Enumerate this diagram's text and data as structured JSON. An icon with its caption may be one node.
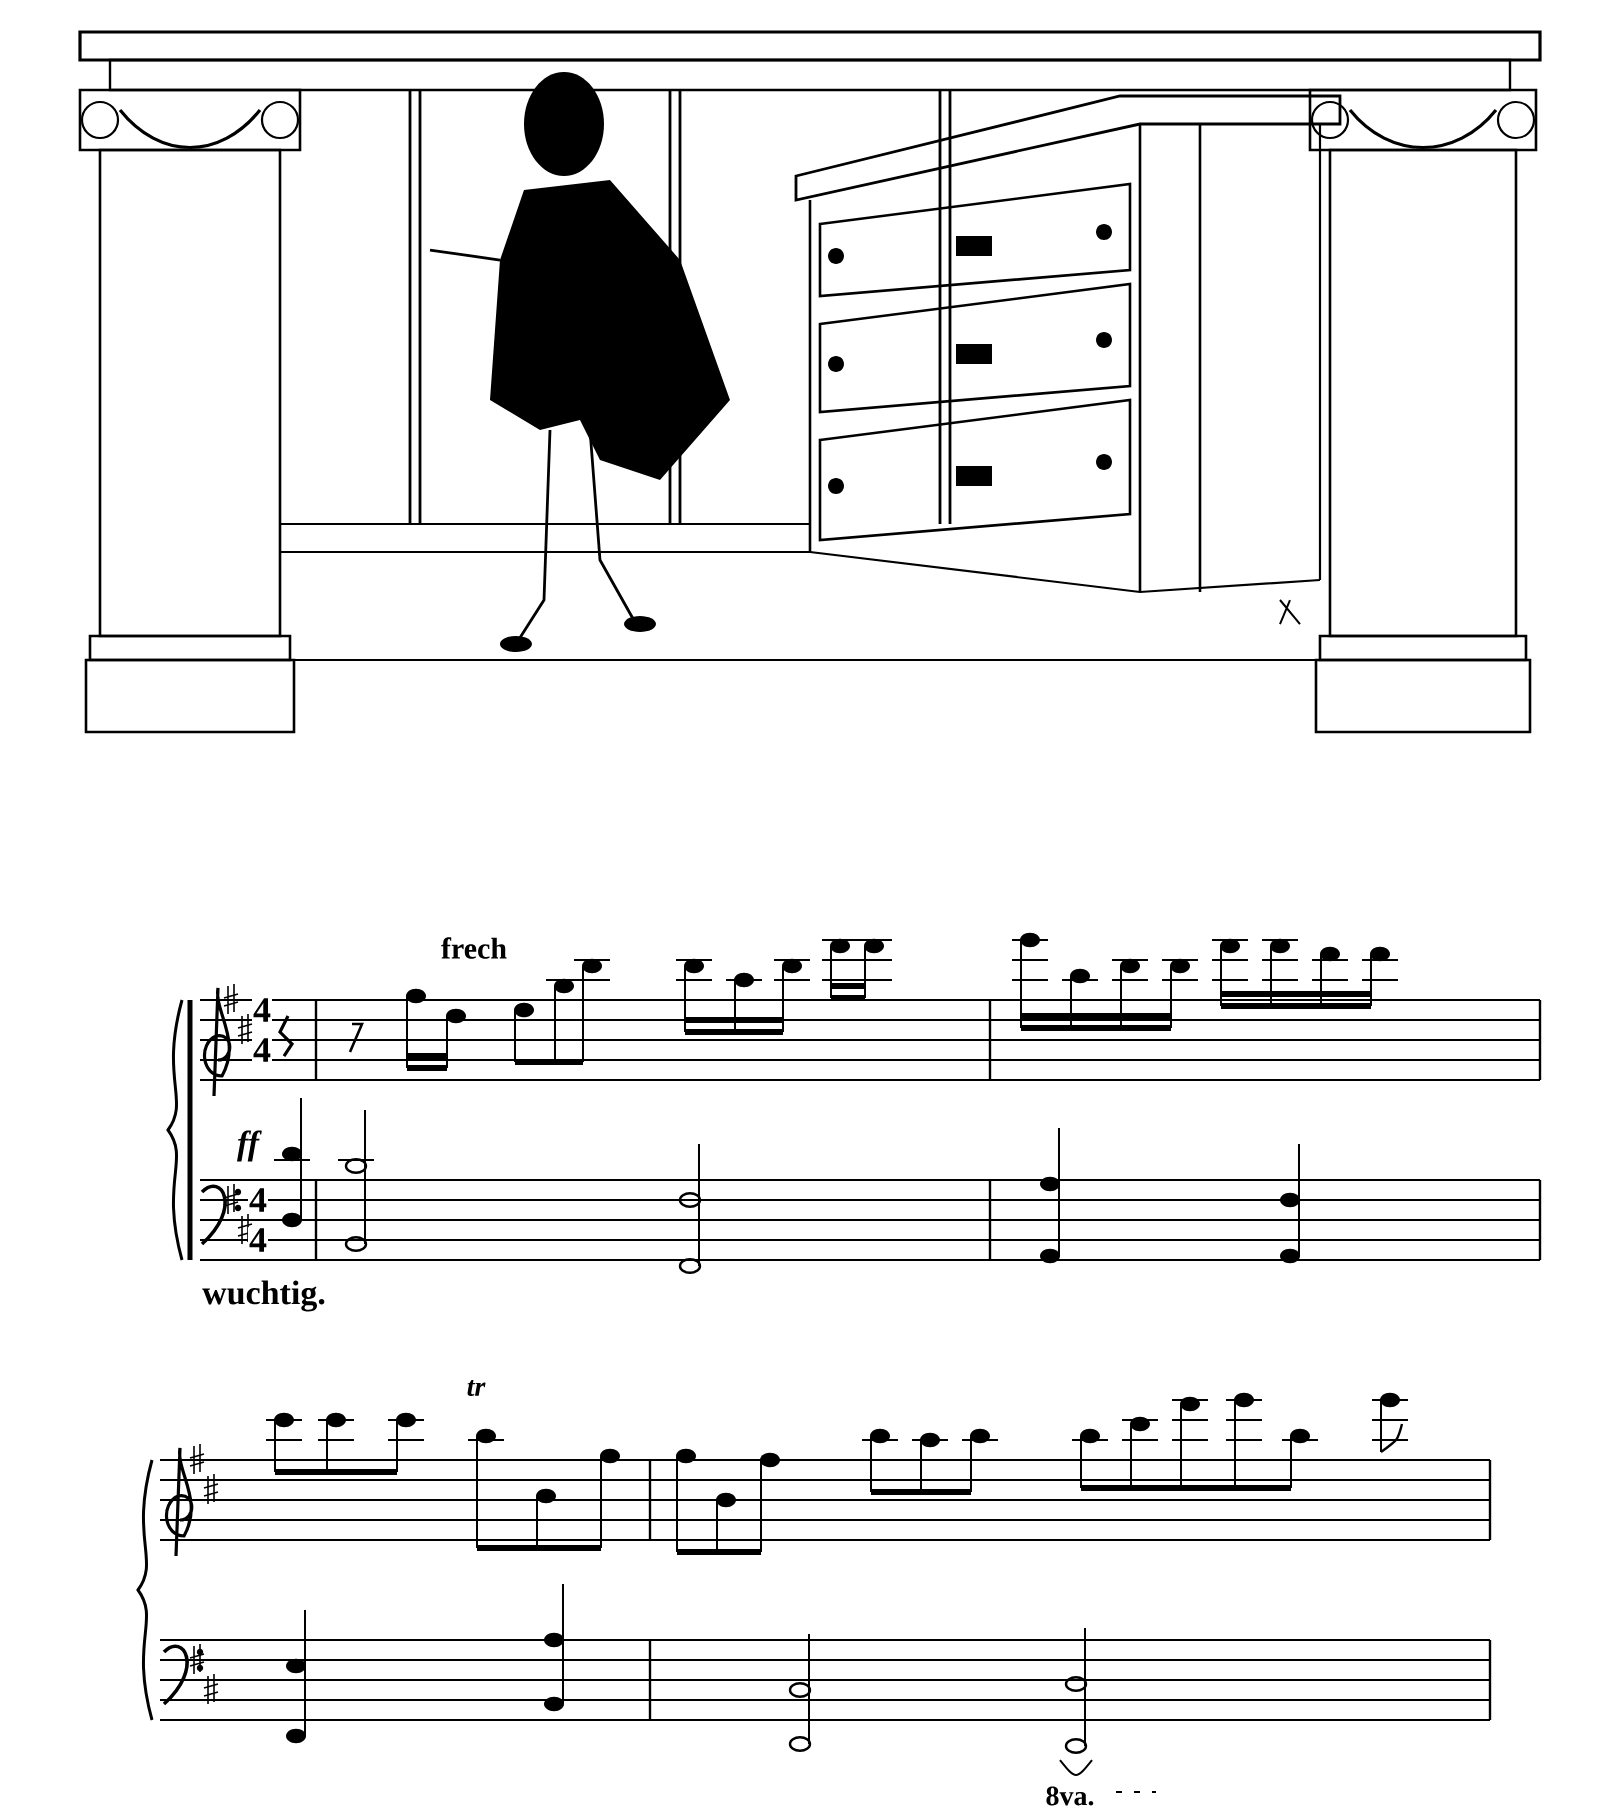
{
  "diagram": {
    "labels": [
      "frech",
      "4",
      "4",
      "ff",
      "4",
      "4",
      "wuchtig.",
      "tr",
      "8va."
    ]
  }
}
